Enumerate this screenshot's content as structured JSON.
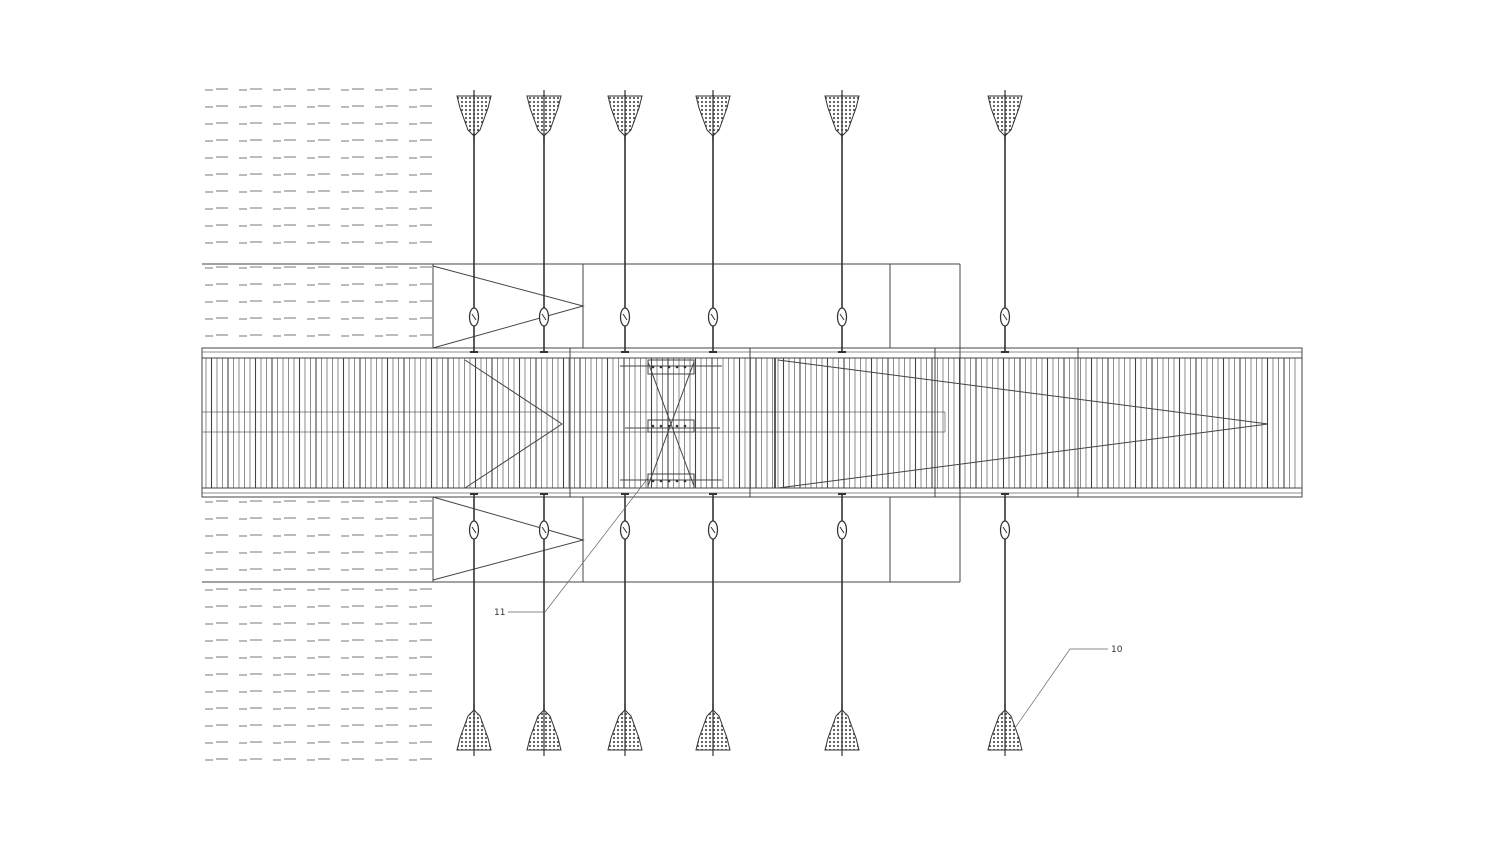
{
  "callouts": [
    {
      "id": "callout-11",
      "label": "11"
    },
    {
      "id": "callout-10",
      "label": "10"
    }
  ],
  "colors": {
    "line": "#444444",
    "hatch": "#777777",
    "anchor_fill": "#555555",
    "background": "#ffffff"
  },
  "icons": {
    "anchor": "pontoon-anchor-weight-icon",
    "turnbuckle": "turnbuckle-icon"
  }
}
